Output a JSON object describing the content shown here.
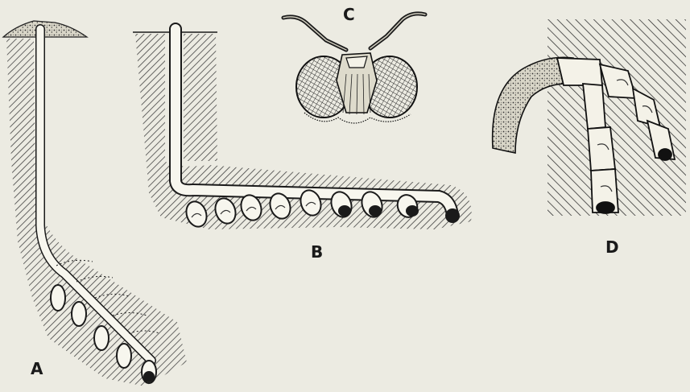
{
  "panels": {
    "a": {
      "label": "A"
    },
    "b": {
      "label": "B"
    },
    "c": {
      "label": "C"
    },
    "d": {
      "label": "D"
    }
  },
  "colors": {
    "background": "#ecebe2",
    "ink": "#1a1a1a",
    "hatch": "#3a3a3a",
    "burrow": "#f7f6ee"
  }
}
